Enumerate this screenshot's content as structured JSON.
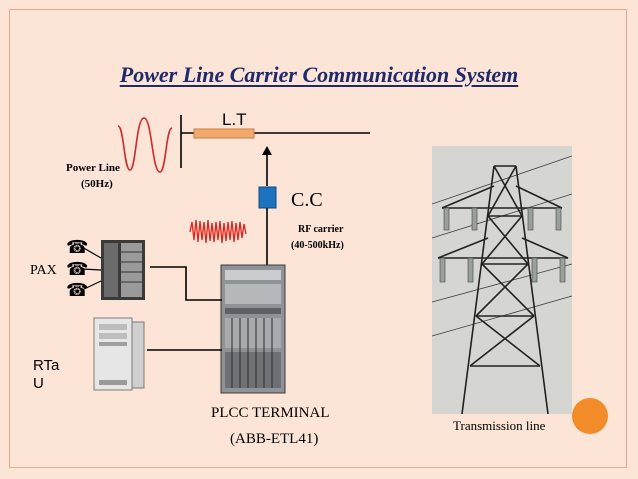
{
  "title": "Power Line Carrier Communication System",
  "labels": {
    "lt": "L.T",
    "cc": "C.C",
    "power_line_1": "Power Line",
    "power_line_2": "(50Hz)",
    "rf_1": "RF carrier",
    "rf_2": "(40-500kHz)",
    "pax": "PAX",
    "rtau_1": "RTa",
    "rtau_2": "U",
    "plcc_1": "PLCC TERMINAL",
    "plcc_2": "(ABB-ETL41)",
    "transmission": "Transmission line"
  },
  "colors": {
    "background": "#FCE4D6",
    "title": "#1F2A6B",
    "coupling_capacitor": "#1E73BE",
    "rf_signal": "#E0261E",
    "power_wave": "#D42A2A",
    "accent_dot": "#F28C28"
  },
  "icons": [
    "telephone-icon",
    "pax-exchange-icon",
    "rtu-computer-icon",
    "plcc-rack-icon",
    "line-trap-icon",
    "coupling-capacitor-icon"
  ]
}
